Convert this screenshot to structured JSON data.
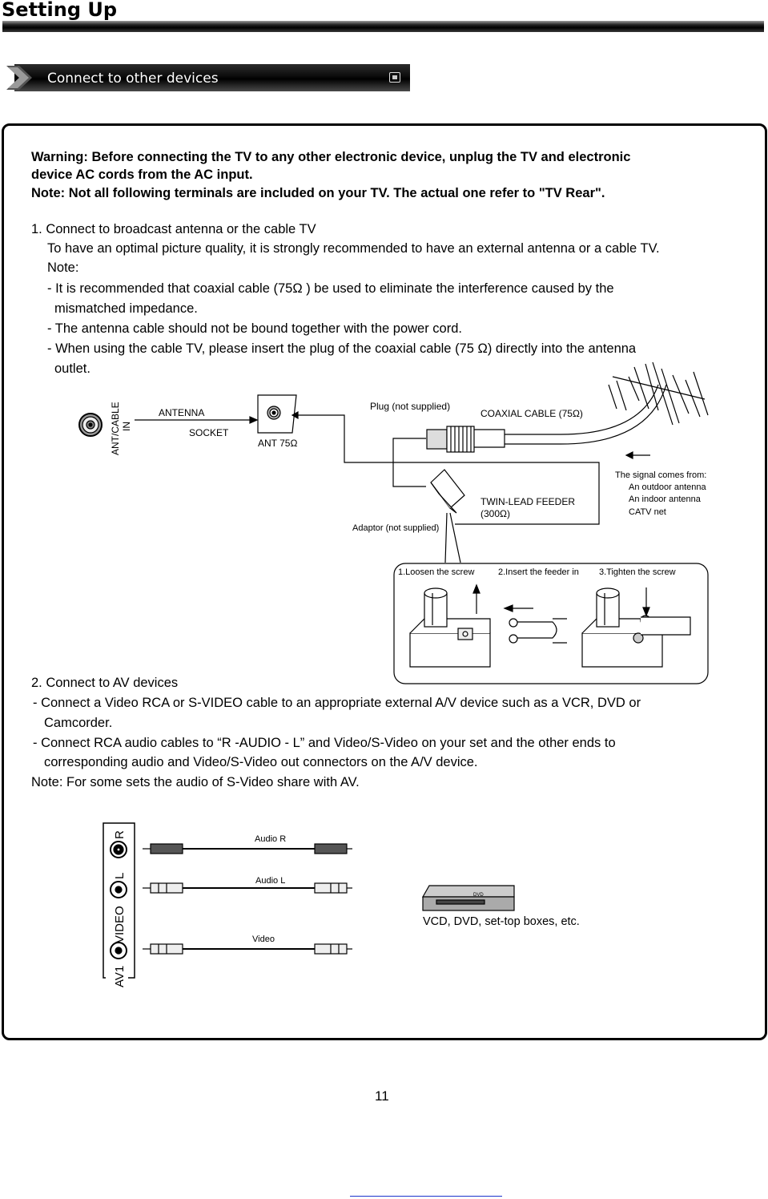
{
  "page_title": "Setting Up",
  "section_banner": {
    "label": "Connect to other devices"
  },
  "warning": {
    "line1": "Warning: Before connecting the TV to any other electronic device, unplug the TV and electronic",
    "line2": "device AC cords from the AC input.",
    "note": "Note: Not all following terminals are included on your TV. The actual one refer to \"TV Rear\"."
  },
  "section1": {
    "heading": "1. Connect to broadcast antenna or the cable TV",
    "intro": "To have an optimal picture quality, it is strongly recommended to have an external antenna or a cable TV.",
    "note_label": "Note:",
    "bullet1_a": "- It is recommended that coaxial cable (75Ω ) be used to eliminate the interference caused by the",
    "bullet1_b": "mismatched impedance.",
    "bullet2": "- The antenna cable should not be bound together with the power cord.",
    "bullet3_a": "- When using the cable TV, please insert the plug of the coaxial cable (75 Ω) directly into the antenna",
    "bullet3_b": "outlet."
  },
  "antenna_diagram": {
    "jack_label_1": "ANT/CABLE",
    "jack_label_2": "IN",
    "antenna_label": "ANTENNA",
    "socket_label": "SOCKET",
    "ant_label": "ANT 75Ω",
    "plug_label": "Plug (not supplied)",
    "coax_label": "COAXIAL CABLE (75Ω)",
    "signal_title": "The signal comes from:",
    "signal_1": "An outdoor antenna",
    "signal_2": "An indoor antenna",
    "signal_3": "CATV net",
    "twin_lead_1": "TWIN-LEAD FEEDER",
    "twin_lead_2": "(300Ω)",
    "adaptor_label": "Adaptor (not supplied)",
    "step1": "1.Loosen the screw",
    "step2": "2.Insert the feeder in",
    "step3": "3.Tighten the screw"
  },
  "section2": {
    "heading": "2. Connect to AV devices",
    "bullet1_a": "- Connect a Video RCA or S-VIDEO cable to an appropriate external A/V device such as a VCR, DVD or",
    "bullet1_b": "Camcorder.",
    "bullet2_a": "- Connect RCA audio cables to “R -AUDIO - L” and Video/S-Video on your set and the other ends to",
    "bullet2_b": "corresponding audio and Video/S-Video out connectors on the A/V device.",
    "note": "Note: For some sets the audio of S-Video share with AV."
  },
  "av_diagram": {
    "panel_label": "AV1",
    "video_label": "VIDEO",
    "l_label": "L",
    "r_label": "R",
    "cable_audio_r": "Audio R",
    "cable_audio_l": "Audio L",
    "cable_video": "Video",
    "device_badge": "DVD",
    "device_caption": "VCD, DVD, set-top boxes, etc."
  },
  "page_number": "11"
}
